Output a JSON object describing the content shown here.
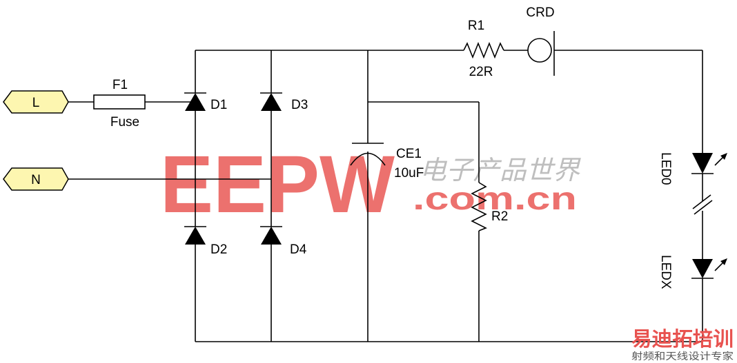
{
  "terminals": {
    "line": "L",
    "neutral": "N"
  },
  "fuse": {
    "ref": "F1",
    "value": "Fuse"
  },
  "diodes": [
    "D1",
    "D2",
    "D3",
    "D4"
  ],
  "resistor_r1": {
    "ref": "R1",
    "value": "22R"
  },
  "crd": {
    "ref": "CRD"
  },
  "capacitor": {
    "ref": "CE1",
    "value": "10uF"
  },
  "resistor_r2": {
    "ref": "R2"
  },
  "leds": [
    "LED0",
    "LEDX"
  ],
  "watermark": {
    "main": "EEPW",
    "domain": ".com.cn",
    "chinese": "电子产品世界",
    "corner_top": "易迪拓培训",
    "corner_bottom": "射频和天线设计专家",
    "color": "#e8524f"
  }
}
